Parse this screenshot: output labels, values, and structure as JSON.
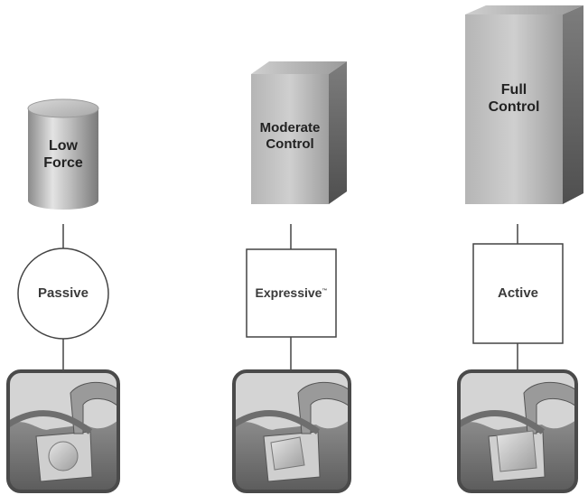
{
  "columns": [
    {
      "level_label_line1": "Low",
      "level_label_line2": "Force",
      "shape": "cylinder",
      "node_label": "Passive",
      "node_shape": "circle",
      "slot_content": "round-wire"
    },
    {
      "level_label_line1": "Moderate",
      "level_label_line2": "Control",
      "shape": "box-medium",
      "node_label": "Expressive",
      "node_trademark": "™",
      "node_shape": "square",
      "slot_content": "square-wire-loose"
    },
    {
      "level_label_line1": "Full",
      "level_label_line2": "Control",
      "shape": "box-tall",
      "node_label": "Active",
      "node_shape": "square",
      "slot_content": "square-wire-tight"
    }
  ],
  "colors": {
    "solid_light": "#d6d6d6",
    "solid_mid": "#a9a9a9",
    "solid_dark": "#6f6f6f",
    "line": "#444444",
    "frame": "#4a4a4a"
  }
}
